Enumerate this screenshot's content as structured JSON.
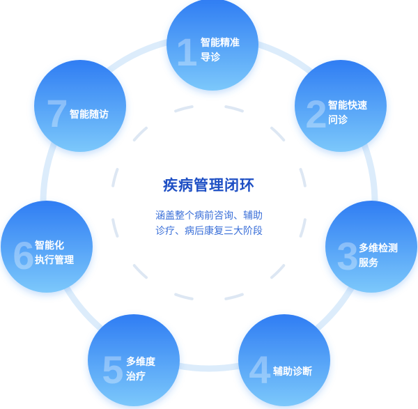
{
  "center": {
    "title": "疾病管理闭环",
    "description_lines": [
      "涵盖整个病前咨询、辅助",
      "诊疗、病后康复三大阶段"
    ]
  },
  "nodes": [
    {
      "number": "1",
      "label_lines": [
        "智能精准",
        "导诊"
      ]
    },
    {
      "number": "2",
      "label_lines": [
        "智能快速",
        "问诊"
      ]
    },
    {
      "number": "3",
      "label_lines": [
        "多维检测",
        "服务"
      ]
    },
    {
      "number": "4",
      "label_lines": [
        "辅助诊断"
      ]
    },
    {
      "number": "5",
      "label_lines": [
        "多维度",
        "治疗"
      ]
    },
    {
      "number": "6",
      "label_lines": [
        "智能化",
        "执行管理"
      ]
    },
    {
      "number": "7",
      "label_lines": [
        "智能随访"
      ]
    }
  ],
  "colors": {
    "node_gradient_top": "#2f7df3",
    "node_gradient_bottom": "#7cc8fb",
    "ring": "#dcecfb",
    "dashes": "#dde7f3",
    "title": "#1e4fc4",
    "description": "#3a6fd8"
  }
}
